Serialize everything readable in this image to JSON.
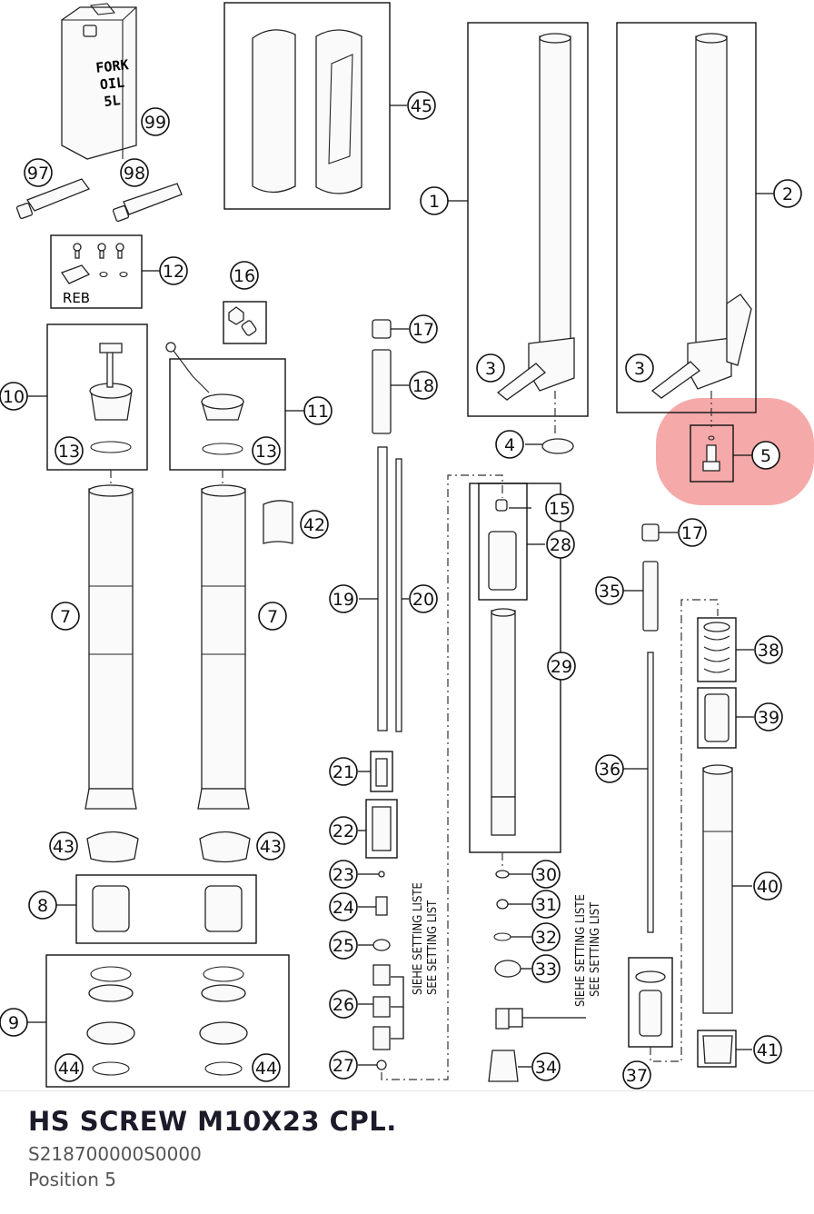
{
  "product": {
    "title": "HS SCREW M10X23 CPL.",
    "part_number": "S218700000S0000",
    "position": "Position 5"
  },
  "diagram": {
    "oil_can_text": [
      "FORK",
      "OIL",
      "5L"
    ],
    "reb_label": "REB",
    "setting_list_de": "SIEHE SETTING LISTE",
    "setting_list_en": "SEE SETTING LIST",
    "highlighted_callout": "5",
    "highlight_color": "#f39a9a",
    "callouts": [
      "99",
      "97",
      "98",
      "12",
      "16",
      "10",
      "13",
      "11",
      "13",
      "42",
      "7",
      "7",
      "43",
      "43",
      "8",
      "9",
      "44",
      "44",
      "45",
      "1",
      "2",
      "3",
      "3",
      "4",
      "5",
      "17",
      "18",
      "19",
      "20",
      "21",
      "22",
      "23",
      "24",
      "25",
      "26",
      "27",
      "15",
      "28",
      "29",
      "30",
      "31",
      "32",
      "33",
      "34",
      "17",
      "35",
      "36",
      "37",
      "38",
      "39",
      "40",
      "41"
    ]
  }
}
